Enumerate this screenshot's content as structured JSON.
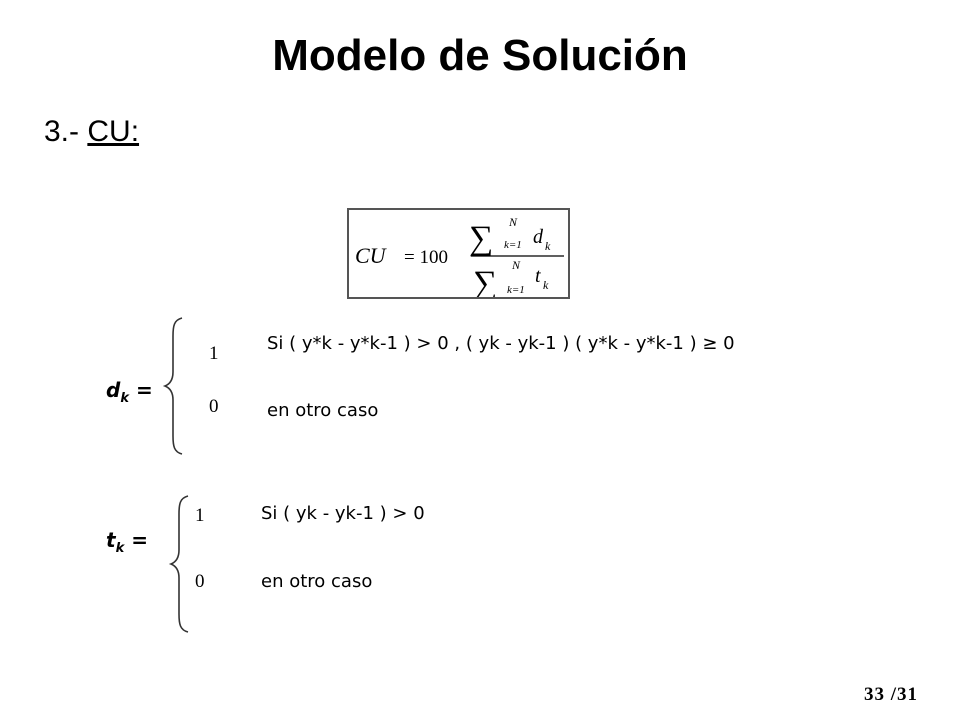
{
  "slide": {
    "title": "Modelo de Solución",
    "section_number": "3.-",
    "section_label": "CU:",
    "page_current": "33",
    "page_total": "/31"
  },
  "formula": {
    "lhs": "CU",
    "equals": "= 100",
    "sum_symbol": "∑",
    "lower_limit": "k=1",
    "upper_limit": "N",
    "numerator_term": "d",
    "denominator_term": "t",
    "term_subscript": "k"
  },
  "dk_definition": {
    "lhs_var": "d",
    "lhs_sub": "k",
    "lhs_eq": "=",
    "value_one": "1",
    "value_zero": "0",
    "condition": "Si ( y*k - y*k-1 ) > 0 , ( yk - yk-1 ) ( y*k - y*k-1 ) ≥ 0",
    "otherwise": "en otro caso"
  },
  "tk_definition": {
    "lhs_var": "t",
    "lhs_sub": "k",
    "lhs_eq": "=",
    "value_one": "1",
    "value_zero": "0",
    "condition": "Si ( yk - yk-1 ) > 0",
    "otherwise": "en otro caso"
  }
}
